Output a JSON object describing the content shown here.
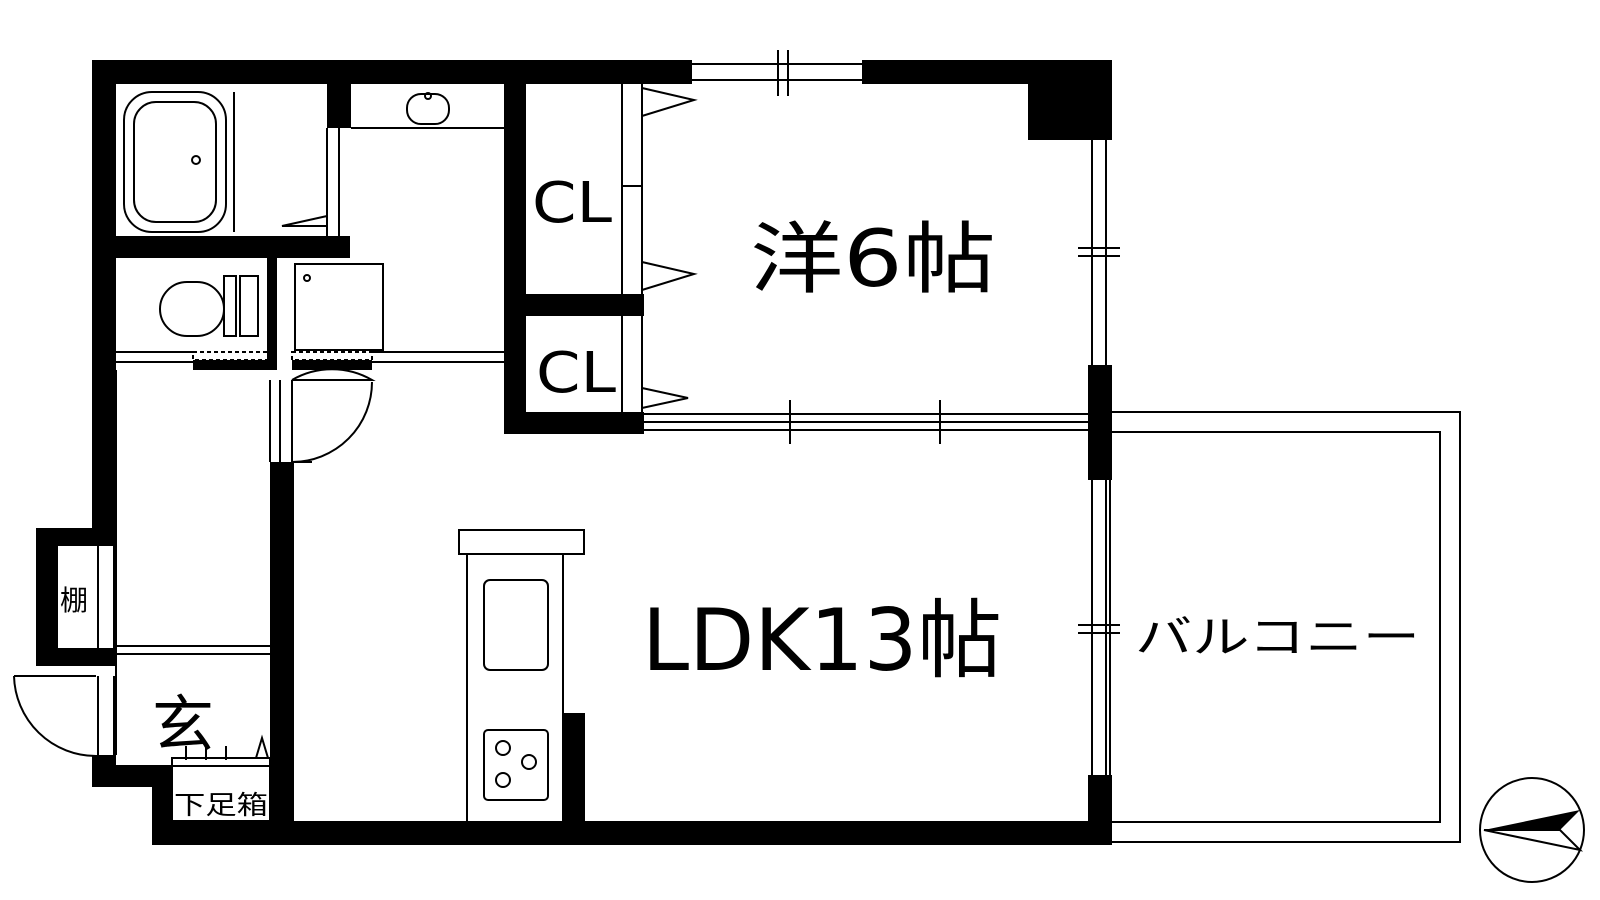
{
  "floorplan": {
    "rooms": {
      "western_room": "洋6帖",
      "ldk": "LDK13帖",
      "balcony": "バルコニー",
      "entrance": "玄",
      "closet_upper": "CL",
      "closet_lower": "CL",
      "shelf": "棚",
      "shoe_box": "下足箱"
    },
    "compass": {
      "north_direction": "west"
    }
  }
}
